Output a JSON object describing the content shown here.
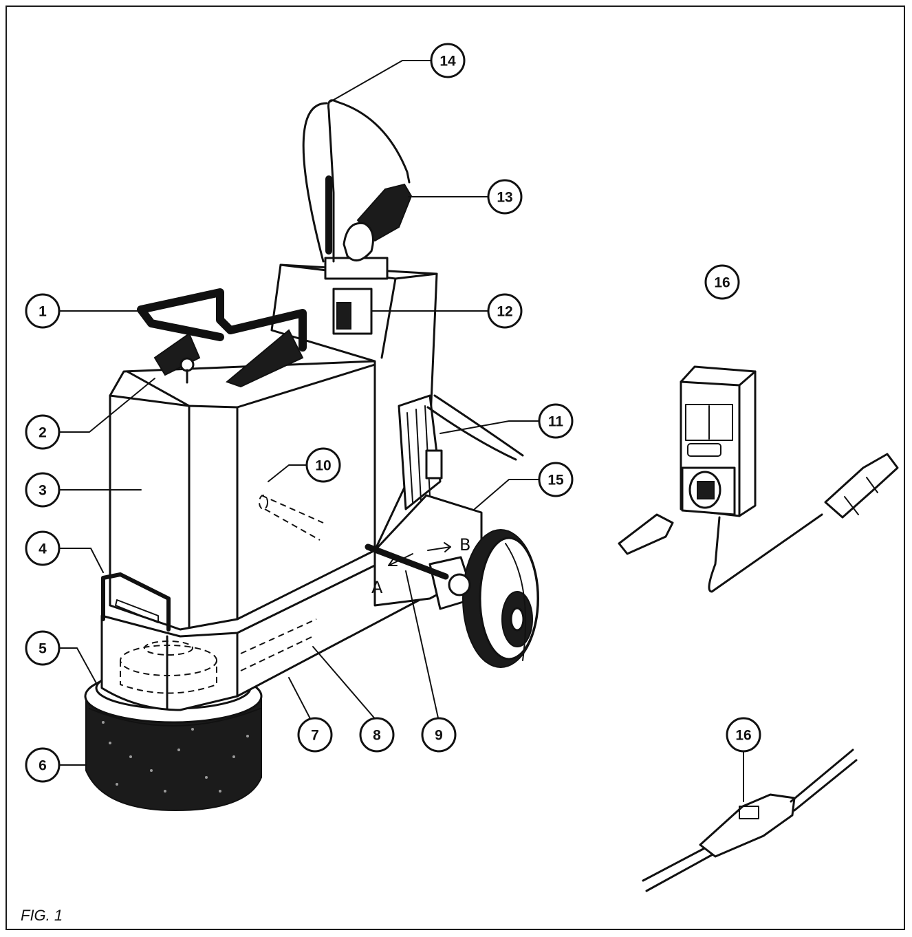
{
  "figure": {
    "caption": "FIG. 1"
  },
  "callouts": [
    {
      "id": "c1",
      "label": "1"
    },
    {
      "id": "c2",
      "label": "2"
    },
    {
      "id": "c3",
      "label": "3"
    },
    {
      "id": "c4",
      "label": "4"
    },
    {
      "id": "c5",
      "label": "5"
    },
    {
      "id": "c6",
      "label": "6"
    },
    {
      "id": "c7",
      "label": "7"
    },
    {
      "id": "c8",
      "label": "8"
    },
    {
      "id": "c9",
      "label": "9"
    },
    {
      "id": "c10",
      "label": "10"
    },
    {
      "id": "c11",
      "label": "11"
    },
    {
      "id": "c12",
      "label": "12"
    },
    {
      "id": "c13",
      "label": "13"
    },
    {
      "id": "c14",
      "label": "14"
    },
    {
      "id": "c15",
      "label": "15"
    },
    {
      "id": "c16a",
      "label": "16"
    },
    {
      "id": "c16b",
      "label": "16"
    }
  ],
  "direction_marks": {
    "a": "A",
    "b": "B"
  }
}
